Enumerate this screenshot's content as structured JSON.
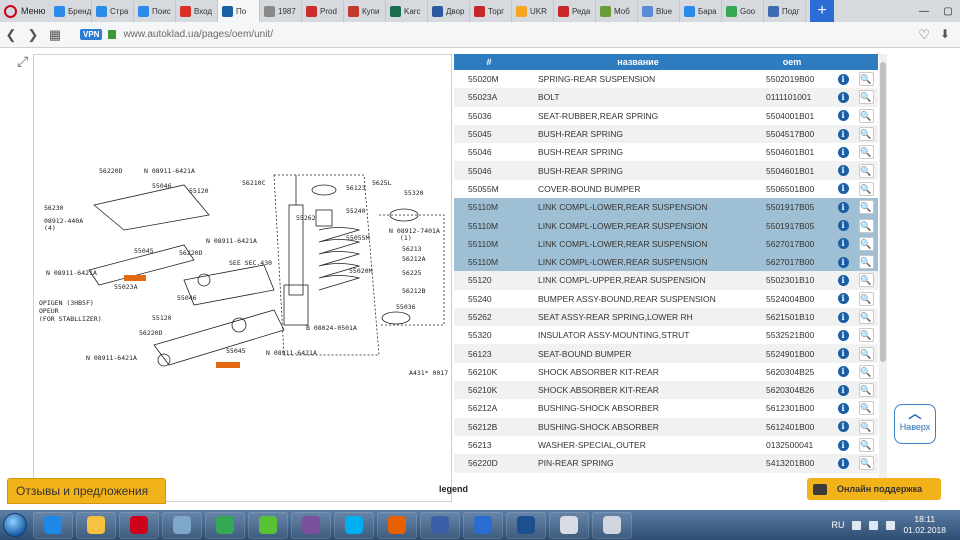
{
  "browser": {
    "menu_label": "Меню",
    "tabs": [
      {
        "label": "Бренд",
        "color": "#2b8be8",
        "active": false
      },
      {
        "label": "Стра",
        "color": "#2b8be8",
        "active": false
      },
      {
        "label": "Поис",
        "color": "#2b8be8",
        "active": false
      },
      {
        "label": "Вход",
        "color": "#d93025",
        "active": false
      },
      {
        "label": "По",
        "color": "#1a5fa6",
        "active": true
      },
      {
        "label": "1987",
        "color": "#888888",
        "active": false
      },
      {
        "label": "Prod",
        "color": "#cc2b2b",
        "active": false
      },
      {
        "label": "Купи",
        "color": "#c0392b",
        "active": false
      },
      {
        "label": "Karc",
        "color": "#1a6e4c",
        "active": false
      },
      {
        "label": "Двор",
        "color": "#2c5aa0",
        "active": false
      },
      {
        "label": "Торг",
        "color": "#c62828",
        "active": false
      },
      {
        "label": "UKR",
        "color": "#f5a623",
        "active": false
      },
      {
        "label": "Реда",
        "color": "#c62828",
        "active": false
      },
      {
        "label": "Моб",
        "color": "#6a9e3a",
        "active": false
      },
      {
        "label": "Blue",
        "color": "#5b8ad6",
        "active": false
      },
      {
        "label": "Бара",
        "color": "#2b8be8",
        "active": false
      },
      {
        "label": "Goo",
        "color": "#34a853",
        "active": false
      },
      {
        "label": "Подг",
        "color": "#3d6cb0",
        "active": false
      }
    ],
    "new_tab_label": "+",
    "vpn_label": "VPN",
    "url": "www.autoklad.ua/pages/oem/unit/"
  },
  "parts_table": {
    "headers": {
      "num": "#",
      "name": "название",
      "oem": "oem"
    },
    "rows": [
      {
        "num": "55020M",
        "name": "SPRING-REAR SUSPENSION",
        "oem": "5502019B00",
        "highlight": false
      },
      {
        "num": "55023A",
        "name": "BOLT",
        "oem": "0111101001",
        "highlight": false
      },
      {
        "num": "55036",
        "name": "SEAT-RUBBER,REAR SPRING",
        "oem": "5504001B01",
        "highlight": false
      },
      {
        "num": "55045",
        "name": "BUSH-REAR SPRING",
        "oem": "5504517B00",
        "highlight": false
      },
      {
        "num": "55046",
        "name": "BUSH-REAR SPRING",
        "oem": "5504601B01",
        "highlight": false
      },
      {
        "num": "55046",
        "name": "BUSH-REAR SPRING",
        "oem": "5504601B01",
        "highlight": false
      },
      {
        "num": "55055M",
        "name": "COVER-BOUND BUMPER",
        "oem": "5506501B00",
        "highlight": false
      },
      {
        "num": "55110M",
        "name": "LINK COMPL-LOWER,REAR SUSPENSION",
        "oem": "5501917B05",
        "highlight": true
      },
      {
        "num": "55110M",
        "name": "LINK COMPL-LOWER,REAR SUSPENSION",
        "oem": "5501917B05",
        "highlight": true
      },
      {
        "num": "55110M",
        "name": "LINK COMPL-LOWER,REAR SUSPENSION",
        "oem": "5627017B00",
        "highlight": true
      },
      {
        "num": "55110M",
        "name": "LINK COMPL-LOWER,REAR SUSPENSION",
        "oem": "5627017B00",
        "highlight": true
      },
      {
        "num": "55120",
        "name": "LINK COMPL-UPPER,REAR SUSPENSION",
        "oem": "5502301B10",
        "highlight": false
      },
      {
        "num": "55240",
        "name": "BUMPER ASSY-BOUND,REAR SUSPENSION",
        "oem": "5524004B00",
        "highlight": false
      },
      {
        "num": "55262",
        "name": "SEAT ASSY-REAR SPRING,LOWER RH",
        "oem": "5621501B10",
        "highlight": false
      },
      {
        "num": "55320",
        "name": "INSULATOR ASSY-MOUNTING,STRUT",
        "oem": "5532521B00",
        "highlight": false
      },
      {
        "num": "56123",
        "name": "SEAT-BOUND BUMPER",
        "oem": "5524901B00",
        "highlight": false
      },
      {
        "num": "56210K",
        "name": "SHOCK ABSORBER KIT-REAR",
        "oem": "5620304B25",
        "highlight": false
      },
      {
        "num": "56210K",
        "name": "SHOCK ABSORBER KIT-REAR",
        "oem": "5620304B26",
        "highlight": false
      },
      {
        "num": "56212A",
        "name": "BUSHING-SHOCK ABSORBER",
        "oem": "5612301B00",
        "highlight": false
      },
      {
        "num": "56212B",
        "name": "BUSHING-SHOCK ABSORBER",
        "oem": "5612401B00",
        "highlight": false
      },
      {
        "num": "56213",
        "name": "WASHER-SPECIAL,OUTER",
        "oem": "0132500041",
        "highlight": false
      },
      {
        "num": "56220D",
        "name": "PIN-REAR SPRING",
        "oem": "5413201B00",
        "highlight": false
      }
    ],
    "info_glyph": "i",
    "search_glyph": "🔍"
  },
  "diagram": {
    "labels": [
      "56220D",
      "N 08911-6421A",
      "55046",
      "55120",
      "56210C",
      "56123",
      "5625L",
      "55320",
      "56230",
      "55240",
      "55262",
      "55055M",
      "N 08912-7401A",
      "08912-440A",
      "(4)",
      "(1)",
      "56213",
      "56212A",
      "55020M",
      "56225",
      "56212B",
      "55045",
      "55023A",
      "56220D",
      "N 08911-6421A",
      "SEE SEC.430",
      "55046",
      "N 08911-6421A",
      "55120",
      "55036",
      "B 08024-0501A",
      "56220D",
      "55045",
      "N 08911-6421A",
      "A431* 0017",
      "OPIGEN (3HB5F)",
      "OPEUR",
      "(FOR STABLLIZER)",
      "N 08911-6421A"
    ]
  },
  "ui": {
    "back_to_top": "Наверх",
    "feedback": "Отзывы и предложения",
    "legend": "legend",
    "support": "Онлайн поддержка"
  },
  "taskbar": {
    "apps": [
      {
        "name": "ie",
        "color": "#1e88e5"
      },
      {
        "name": "explorer",
        "color": "#f5c242"
      },
      {
        "name": "opera",
        "color": "#d0021b"
      },
      {
        "name": "folder-img",
        "color": "#7fa7c9"
      },
      {
        "name": "chrome",
        "color": "#34a853"
      },
      {
        "name": "icq",
        "color": "#5bc236"
      },
      {
        "name": "viber",
        "color": "#7b519d"
      },
      {
        "name": "skype",
        "color": "#00aff0"
      },
      {
        "name": "firefox",
        "color": "#e66000"
      },
      {
        "name": "app-blue",
        "color": "#3d5fa8"
      },
      {
        "name": "app-plug",
        "color": "#2a6cd0"
      },
      {
        "name": "tecdoc",
        "color": "#1c4f8f"
      },
      {
        "name": "outlook",
        "color": "#d9dde3"
      },
      {
        "name": "app-doc",
        "color": "#cfd6df"
      }
    ],
    "lang": "RU",
    "time": "18:11",
    "date": "01.02.2018"
  }
}
